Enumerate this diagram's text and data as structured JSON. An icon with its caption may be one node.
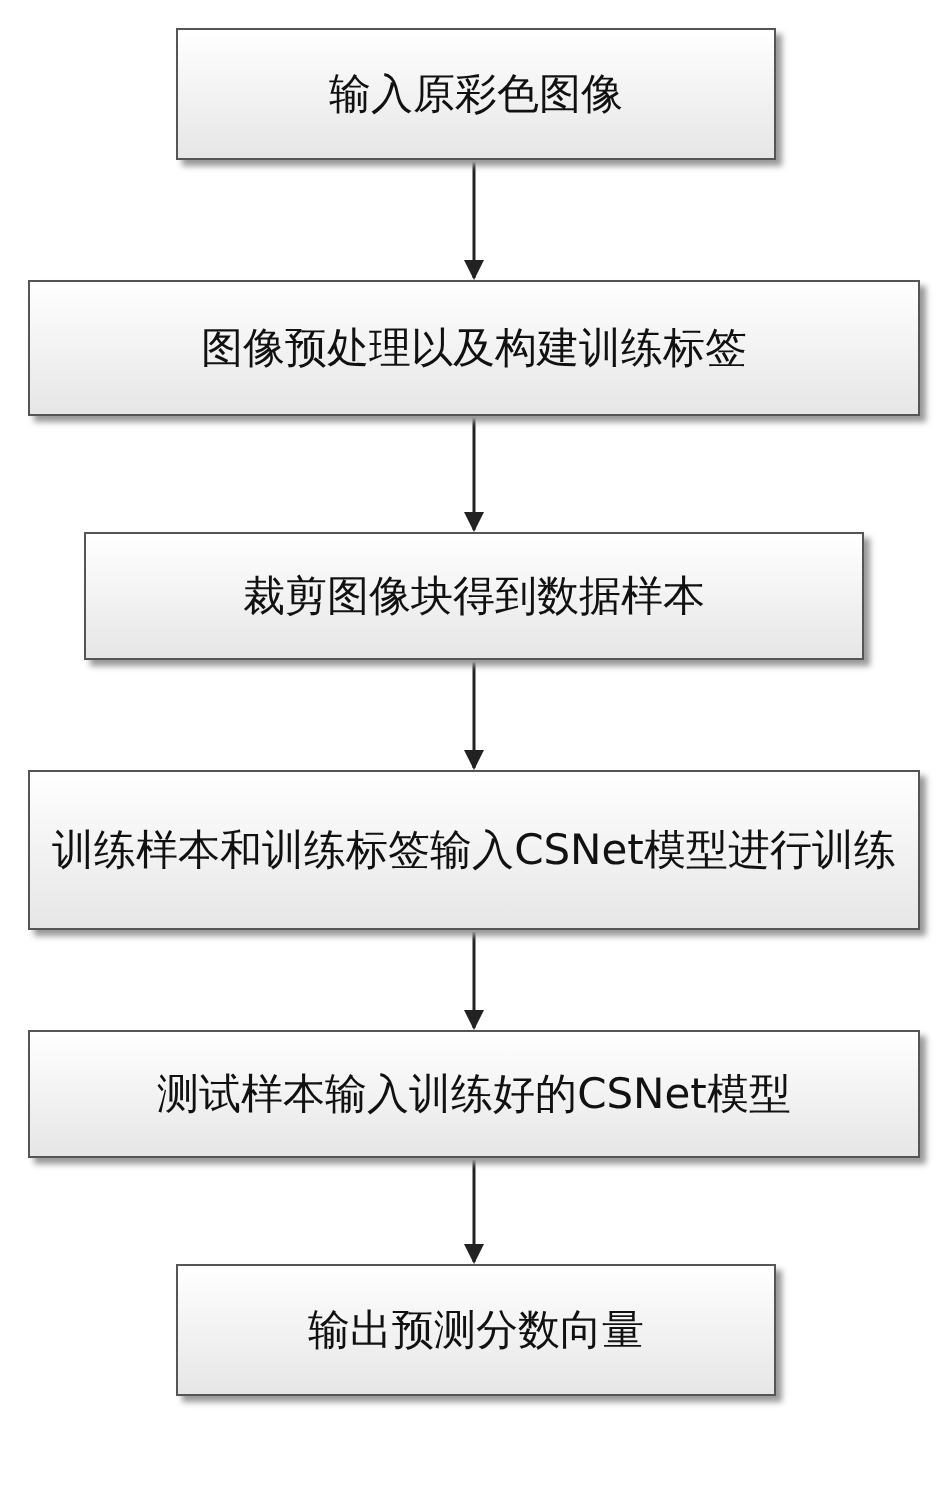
{
  "diagram": {
    "nodes": [
      {
        "text": [
          "输入原彩色图像"
        ]
      },
      {
        "text": [
          "图像预处理以及构建训练标签"
        ]
      },
      {
        "text": [
          "裁剪图像块得到数据样本"
        ]
      },
      {
        "text": [
          "训练样本和训练标签输入CSNet模型进行训练"
        ]
      },
      {
        "text": [
          "测试样本输入训练好的CSNet模型"
        ]
      },
      {
        "text": [
          "输出预测分数向量"
        ]
      }
    ],
    "edges": [
      {
        "from": 0,
        "to": 1,
        "arrow": "to"
      },
      {
        "from": 1,
        "to": 2,
        "arrow": "to"
      },
      {
        "from": 2,
        "to": 3,
        "arrow": "to"
      },
      {
        "from": 3,
        "to": 4,
        "arrow": "to"
      },
      {
        "from": 4,
        "to": 5,
        "arrow": "to"
      }
    ]
  }
}
